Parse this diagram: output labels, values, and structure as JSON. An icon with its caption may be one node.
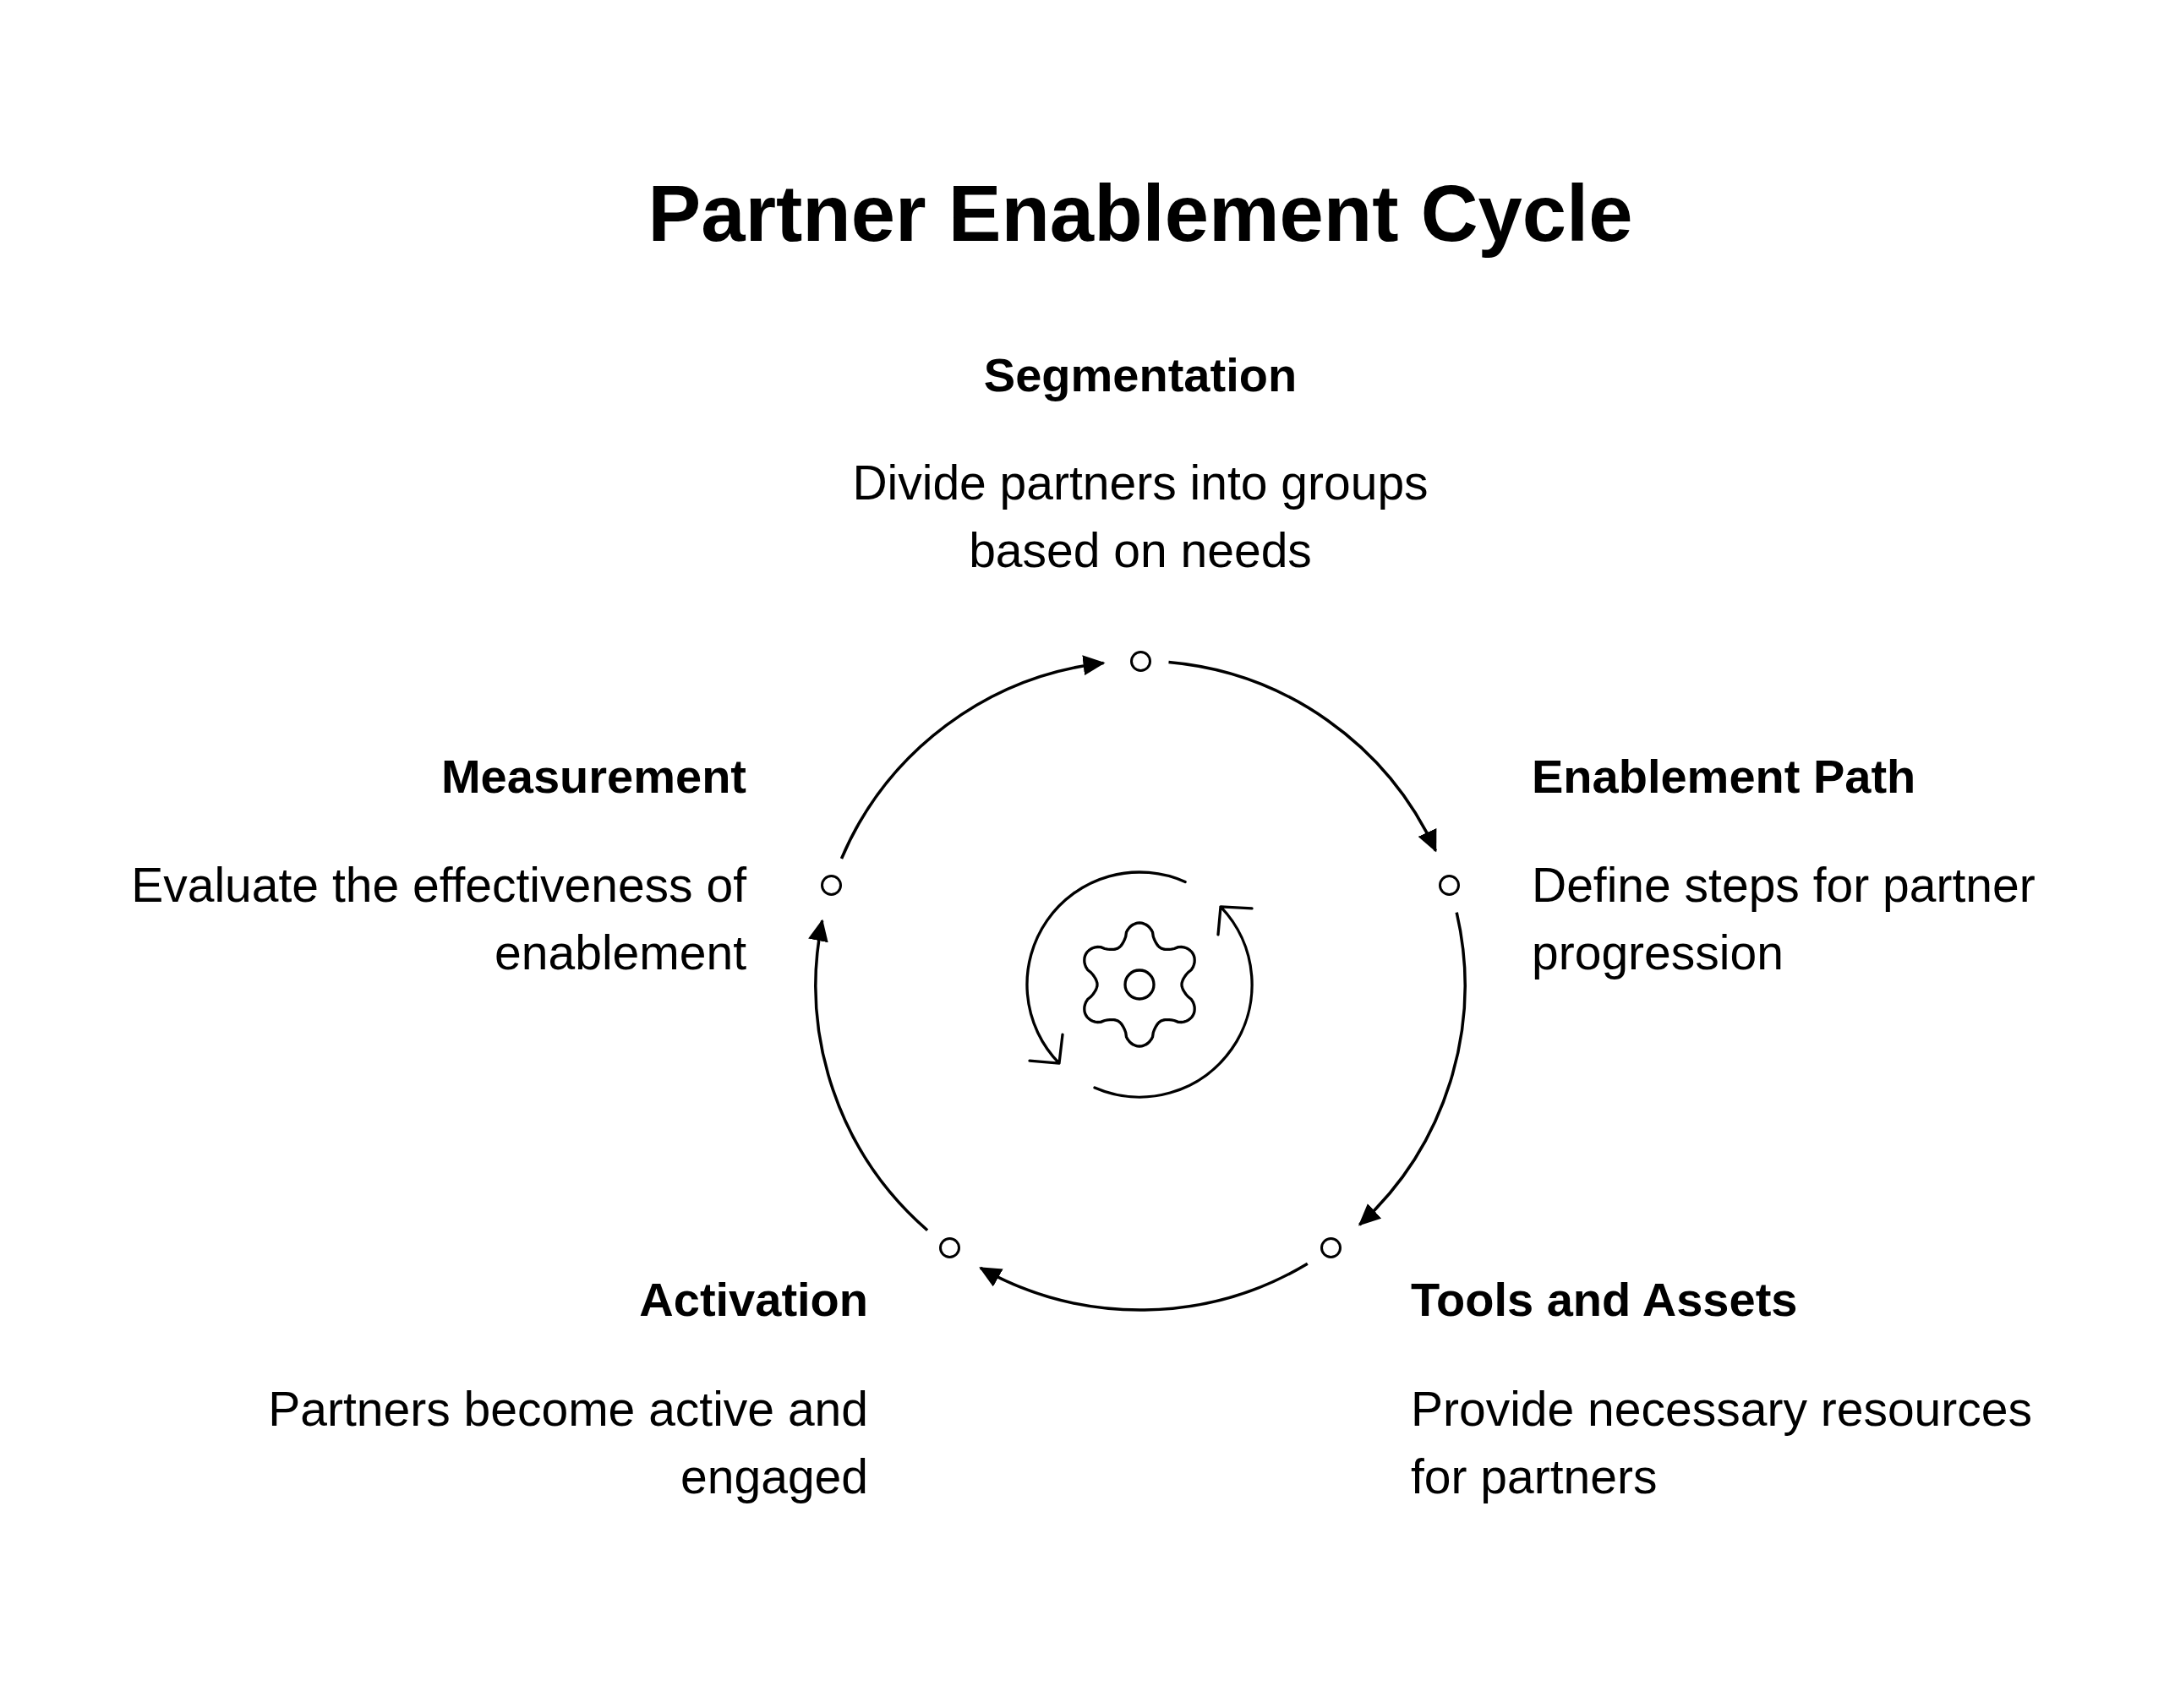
{
  "diagram": {
    "title": "Partner Enablement Cycle",
    "nodes": [
      {
        "text": [],
        "shape": "circle",
        "beside": [
          "Segmentation",
          "Divide partners into groups based on needs"
        ]
      },
      {
        "text": [],
        "shape": "circle",
        "beside": [
          "Enablement Path",
          "Define steps for partner progression"
        ]
      },
      {
        "text": [],
        "shape": "circle",
        "beside": [
          "Tools and Assets",
          "Provide necessary resources for partners"
        ]
      },
      {
        "text": [],
        "shape": "circle",
        "beside": [
          "Activation",
          "Partners become active and engaged"
        ]
      },
      {
        "text": [],
        "shape": "circle",
        "beside": [
          "Measurement",
          "Evaluate the effectiveness of enablement"
        ]
      }
    ],
    "edges": [
      {
        "from": 0,
        "to": 1,
        "arrow": "to"
      },
      {
        "from": 1,
        "to": 2,
        "arrow": "to"
      },
      {
        "from": 2,
        "to": 3,
        "arrow": "to"
      },
      {
        "from": 3,
        "to": 4,
        "arrow": "to"
      },
      {
        "from": 4,
        "to": 0,
        "arrow": "to"
      }
    ]
  }
}
